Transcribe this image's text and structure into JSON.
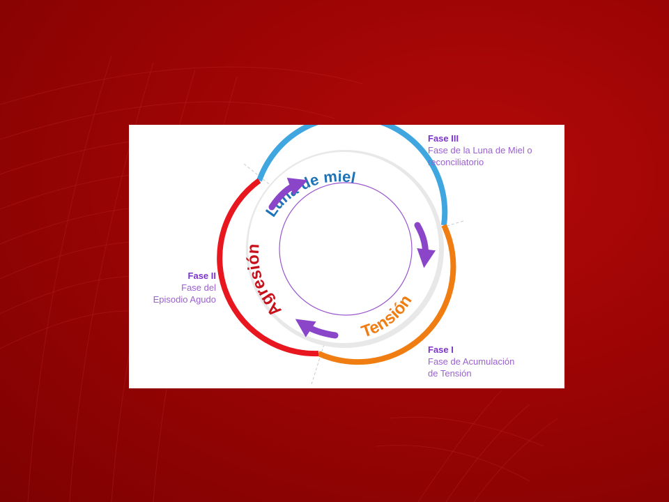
{
  "diagram": {
    "phase3": {
      "title": "Fase III",
      "line1": "Fase de la Luna de Miel o",
      "line2": "reconciliatorio"
    },
    "phase2": {
      "title": "Fase II",
      "line1": "Fase del",
      "line2": "Episodio Agudo"
    },
    "phase1": {
      "title": "Fase I",
      "line1": "Fase de Acumulación",
      "line2": "de Tensión"
    },
    "ring_labels": {
      "honeymoon": "Luna de miel",
      "tension": "Tensión",
      "aggression": "Agresión"
    },
    "colors": {
      "honeymoon": "#3fa6e0",
      "tension": "#ef7d12",
      "aggression": "#e8161e",
      "arrow": "#8a45c9",
      "label_text": "#7c33c9"
    },
    "icons": [
      "cycle-arrow-icon",
      "cycle-arrow-icon",
      "cycle-arrow-icon"
    ]
  }
}
